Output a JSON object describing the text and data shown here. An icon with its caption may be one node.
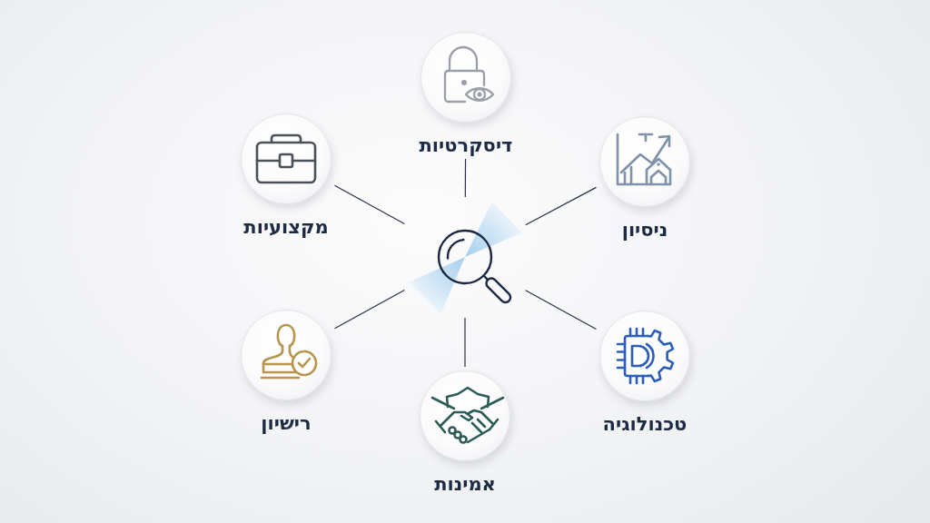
{
  "diagram": {
    "nodes": [
      {
        "text": [],
        "shape": "picture"
      },
      {
        "text": [
          "דיסקרטיות"
        ]
      },
      {
        "text": [
          "ניסיון"
        ]
      },
      {
        "text": [
          "טכנולוגיה"
        ]
      },
      {
        "text": [
          "אמינות"
        ]
      },
      {
        "text": [
          "רישיון"
        ]
      },
      {
        "text": [
          "מקצועיות"
        ]
      }
    ],
    "edges": [
      {
        "from": 0,
        "to": 1,
        "arrow": "none"
      },
      {
        "from": 0,
        "to": 2,
        "arrow": "none"
      },
      {
        "from": 0,
        "to": 3,
        "arrow": "none"
      },
      {
        "from": 0,
        "to": 4,
        "arrow": "none"
      },
      {
        "from": 0,
        "to": 5,
        "arrow": "none"
      },
      {
        "from": 0,
        "to": 6,
        "arrow": "none"
      }
    ]
  }
}
